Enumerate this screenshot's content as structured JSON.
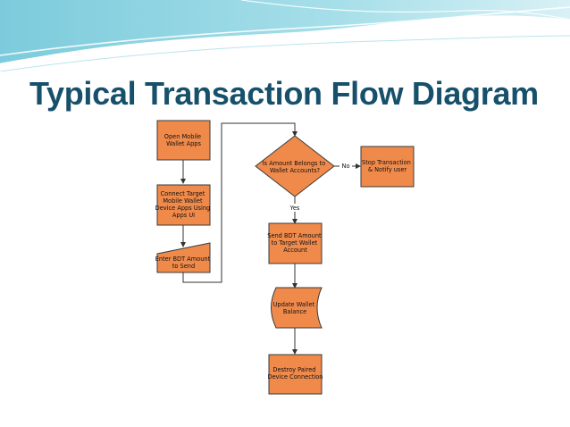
{
  "slide": {
    "title": "Typical Transaction Flow Diagram",
    "colors": {
      "title": "#17506b",
      "node_fill": "#f08a4b",
      "node_stroke": "#3a3a3a",
      "header_teal": "#8fd3e0",
      "header_light": "#e6f6fa"
    }
  },
  "diagram": {
    "nodes": [
      {
        "id": "open",
        "shape": "process",
        "lines": [
          "Open Mobile",
          "Wallet Apps"
        ]
      },
      {
        "id": "connect",
        "shape": "process",
        "lines": [
          "Connect Target",
          "Mobile Wallet",
          "Device Apps Using",
          "Apps UI"
        ]
      },
      {
        "id": "enter",
        "shape": "manual-input",
        "lines": [
          "Enter BDT Amount",
          "to Send"
        ]
      },
      {
        "id": "decision",
        "shape": "decision",
        "lines": [
          "Is Amount Belongs to",
          "Wallet Accounts?"
        ]
      },
      {
        "id": "stop",
        "shape": "process",
        "lines": [
          "Stop Transaction",
          "& Notify user"
        ]
      },
      {
        "id": "send",
        "shape": "process",
        "lines": [
          "Send BDT Amount",
          "to Target Wallet",
          "Account"
        ]
      },
      {
        "id": "update",
        "shape": "stored-data",
        "lines": [
          "Update Wallet",
          "Balance"
        ]
      },
      {
        "id": "destroy",
        "shape": "process",
        "lines": [
          "Destroy Paired",
          "Device Connection"
        ]
      }
    ],
    "edge_labels": {
      "no": "No",
      "yes": "Yes"
    }
  }
}
